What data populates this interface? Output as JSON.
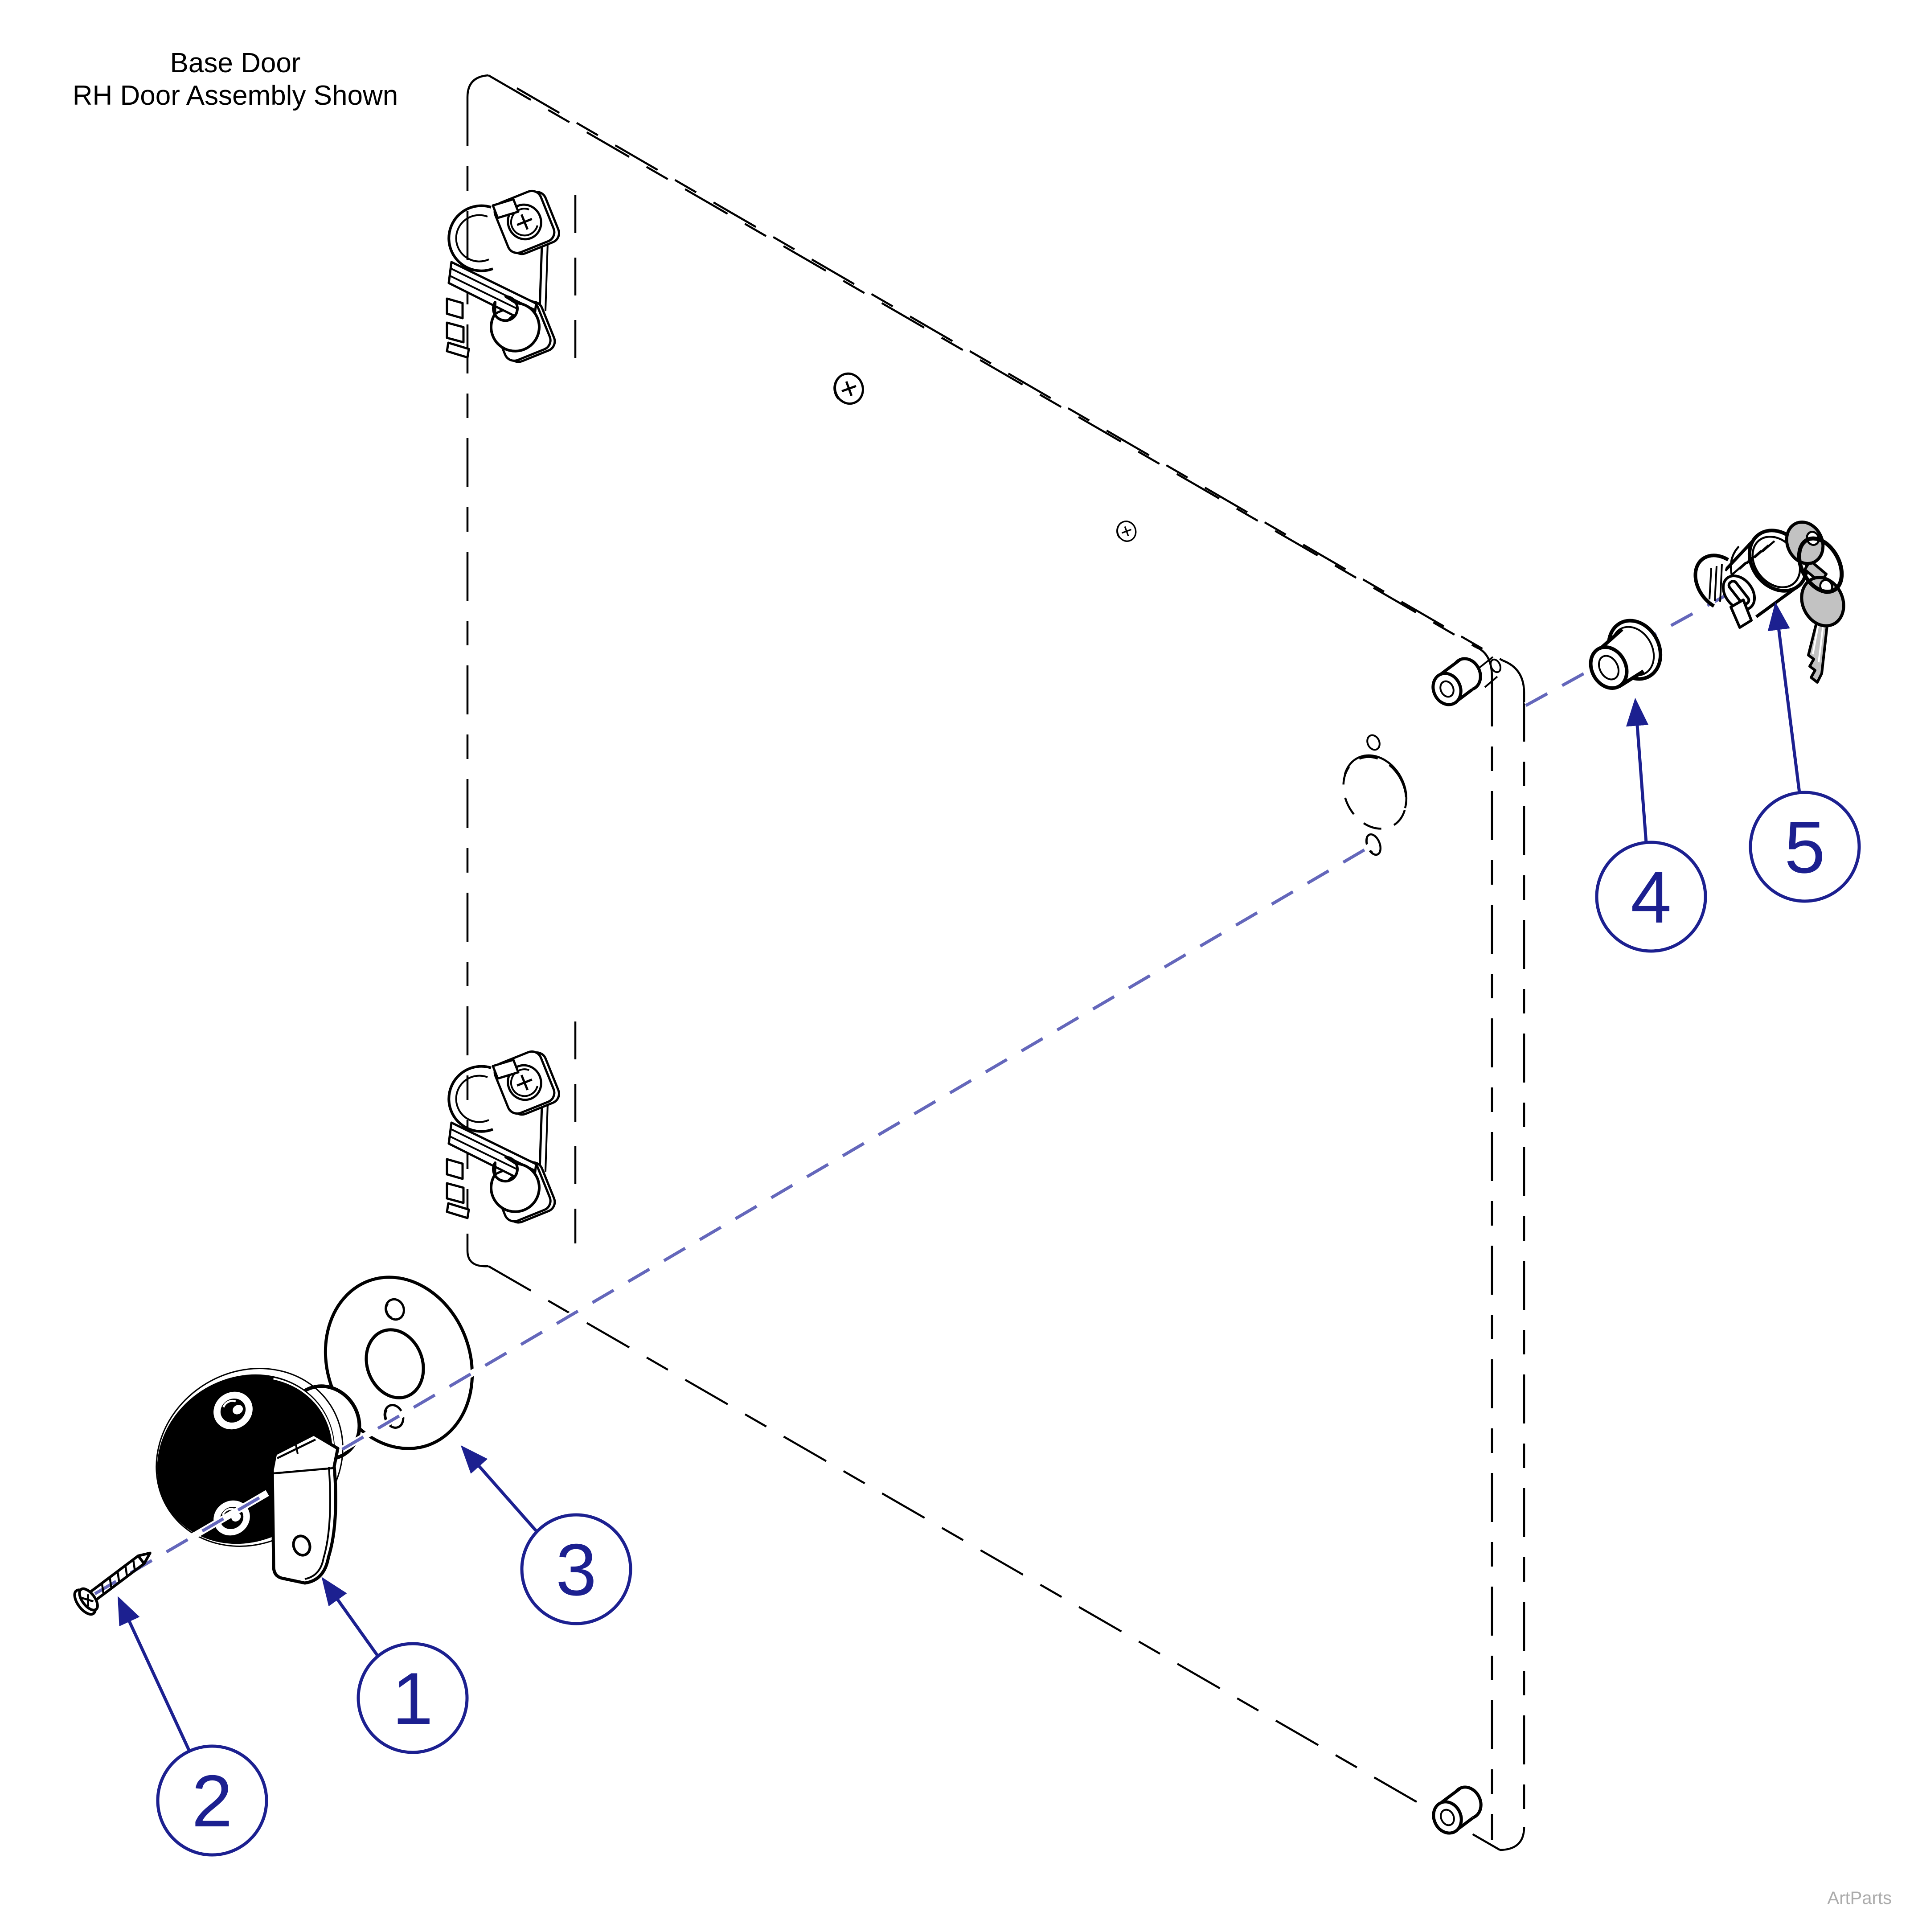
{
  "header": {
    "line1": "Base Door",
    "line2": "RH Door Assembly Shown"
  },
  "footer": {
    "watermark": "ArtParts"
  },
  "diagram": {
    "type": "exploded-parts-diagram",
    "callouts": [
      {
        "number": "1",
        "target": "door-latch"
      },
      {
        "number": "2",
        "target": "latch-mounting-screw"
      },
      {
        "number": "3",
        "target": "latch-washer"
      },
      {
        "number": "4",
        "target": "lock-bushing"
      },
      {
        "number": "5",
        "target": "lock-cylinder-with-keys"
      }
    ],
    "colors": {
      "line": "#000000",
      "callout": "#1c2090",
      "centerline": "#6467bb",
      "key_fill": "#c2c2c2",
      "watermark": "#ababab",
      "paper": "#ffffff"
    }
  }
}
